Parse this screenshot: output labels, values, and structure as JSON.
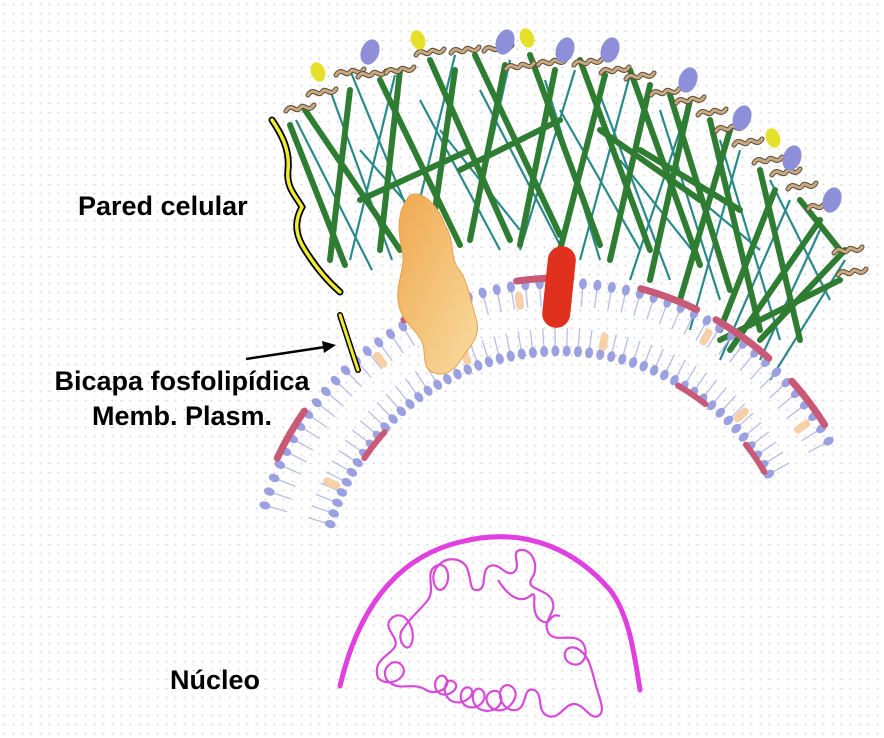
{
  "labels": {
    "cell_wall": "Pared celular",
    "bilayer_line1": "Bicapa fosfolipídica",
    "bilayer_line2": "Memb. Plasm.",
    "nucleus": "Núcleo"
  },
  "colors": {
    "cellulose": "#2e7d32",
    "hemicellulose": "#2a8a8a",
    "pectin": "#c8a87e",
    "glycoprotein": "#8d8fd8",
    "yellow_glyco": "#e5e02a",
    "membrane_heads": "#9aa0e0",
    "membrane_tails": "#b8bde8",
    "peripheral_protein": "#c85a78",
    "integral_protein_orange": "#f2b060",
    "integral_protein_red": "#e0301e",
    "nucleus_envelope": "#e040e0",
    "chromatin": "#d84ad8",
    "bracket": "#f0ea30"
  }
}
